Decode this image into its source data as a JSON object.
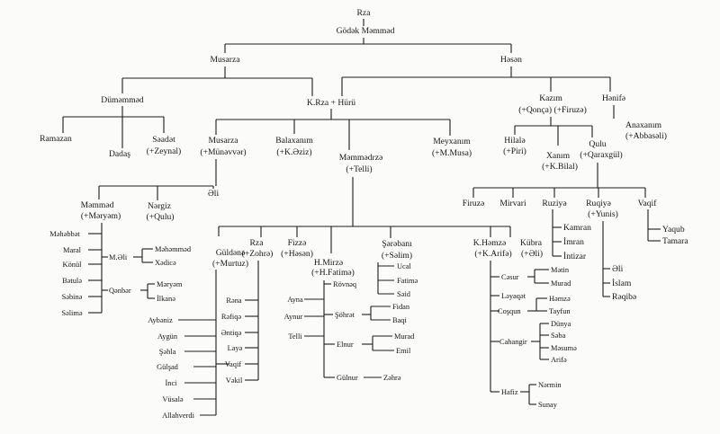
{
  "root": {
    "name": "Rza",
    "spouse": "Gödək Məmməd"
  },
  "people": {
    "musarza1": "Musarza",
    "hesen": "Həsən",
    "dumemmed": "Düməmməd",
    "krza": "K.Rza + Hürü",
    "kazim": "Kazım",
    "kazim_spouses": "(+Qonça) (+Firuzə)",
    "henife": "Hənifə",
    "ramazan": "Ramazan",
    "dadas": "Dadaş",
    "saadat": "Səadət",
    "saadat_spouse": "(+Zeynal)",
    "musarza2": "Musarza",
    "musarza2_spouse": "(+Münəvvər)",
    "balaxanim": "Balaxanım",
    "balaxanim_spouse": "(+K.Əziz)",
    "memmedrza": "Məmmədrzə",
    "memmedrza_spouse": "(+Telli)",
    "meyxanim": "Meyxanım",
    "meyxanim_spouse": "(+M.Musa)",
    "hilale": "Hilalə",
    "hilale_spouse": "(+Piri)",
    "xanim": "Xanım",
    "xanim_spouse": "(+K.Bilal)",
    "qulu": "Qulu",
    "qulu_spouse": "(+Qaraxgül)",
    "anaxanim": "Anaxanım",
    "anaxanim_spouse": "(+Abbasəli)",
    "memmed": "Məmməd",
    "memmed_spouse": "(+Məryəm)",
    "nergiz": "Nərgiz",
    "nergiz_spouse": "(+Qulu)",
    "eli1": "Əli",
    "firuze": "Firuzə",
    "mirvari": "Mirvari",
    "ruziye": "Ruziyə",
    "ruqiye": "Ruqiyə",
    "ruqiye_spouse": "(+Yunis)",
    "vaqif1": "Vaqif",
    "yaqub": "Yaqub",
    "tamara": "Tamara",
    "kamran": "Kamran",
    "imran": "İmran",
    "intizar": "İntizar",
    "eli2": "Əli",
    "islam": "İslam",
    "reqibe": "Rəqibə",
    "mehebbet": "Məhəbbət",
    "maral": "Maral",
    "konul": "Könül",
    "betule": "Bətulə",
    "sebine": "Səbinə",
    "selime": "Səlimə",
    "meli": "M.Əli",
    "memmed_c": "Məhəmməd",
    "xedice": "Xədicə",
    "qenber": "Qənbər",
    "meryem_c": "Məryəm",
    "ilkane": "İlkanə",
    "guldene": "Güldənə",
    "guldene_spouse": "(+Murtuz)",
    "rza2": "Rza",
    "rza2_spouse": "(+Zohrə)",
    "fizze": "Fizzə",
    "fizze_spouse": "(+Həsən)",
    "hmirze": "H.Mirzə",
    "hmirze_spouse": "(+H.Fatimə)",
    "serebani": "Şərəbanı",
    "serebani_spouse": "(+Səlim)",
    "khemze": "K.Həmzə",
    "khemze_spouse": "(+K.Arifə)",
    "kubra": "Kübra",
    "kubra_spouse": "(+Əli)",
    "rena": "Rəna",
    "refiqe": "Rəfiqə",
    "entiqe": "Əntiqə",
    "laye": "Layə",
    "vaqif2": "Vaqif",
    "vekil": "Vəkil",
    "aybeniz": "Aybəniz",
    "aygun": "Aygün",
    "sohla": "Şəhla",
    "gulsad": "Gülşad",
    "inci": "İnci",
    "vusale": "Vüsalə",
    "allahverdi": "Allahverdi",
    "ayna": "Ayna",
    "aynur": "Aynur",
    "telli": "Telli",
    "revneq": "Rövnəq",
    "sohret": "Şöhrət",
    "elnur": "Elnur",
    "gulnur": "Gülnur",
    "zohre": "Zəhrə",
    "fidan": "Fidan",
    "baqi": "Baqi",
    "murad1": "Murad",
    "emil": "Emil",
    "ucal": "Ucal",
    "fatime": "Fatimə",
    "seid": "Səid",
    "cesur": "Cəsur",
    "leyaqet": "Ləyaqət",
    "cosqun": "Coşqun",
    "cahangir": "Cahangir",
    "hafiz": "Hafiz",
    "metin": "Mətin",
    "murad2": "Murad",
    "hemze2": "Həmzə",
    "tayfun": "Tayfun",
    "dunya": "Dünya",
    "seba": "Səba",
    "mesume": "Məsumə",
    "arife": "Arifə",
    "nermin": "Nərmin",
    "sunay": "Sunay"
  }
}
